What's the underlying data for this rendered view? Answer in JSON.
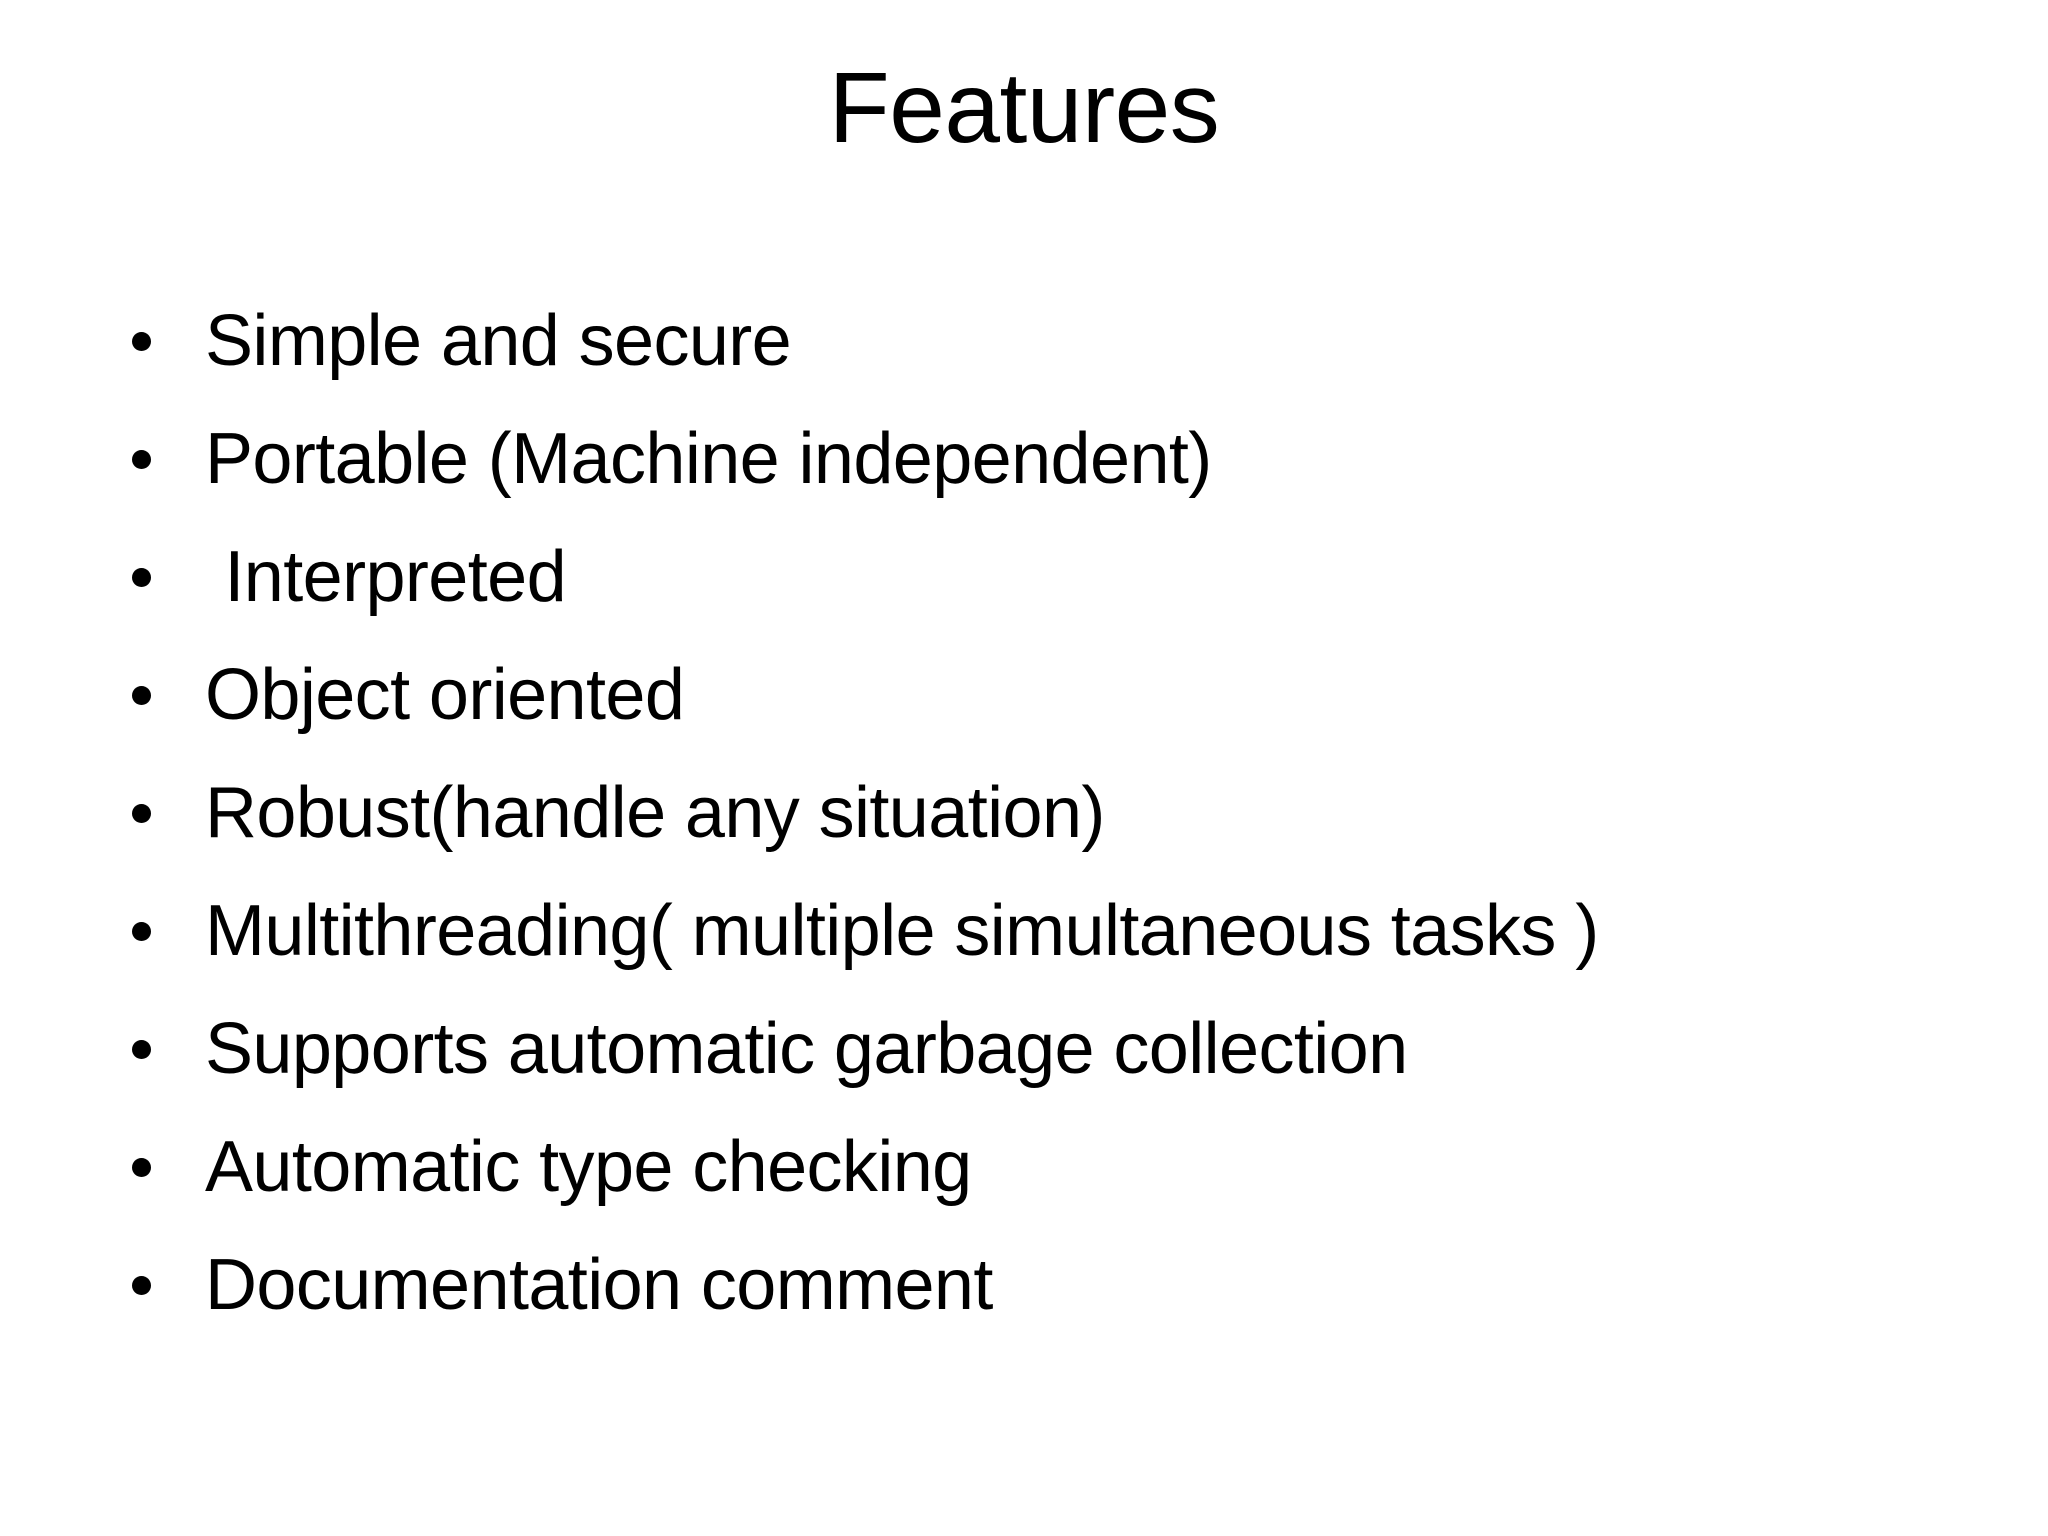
{
  "slide": {
    "title": "Features",
    "background_color": "#ffffff",
    "text_color": "#000000",
    "bullet_glyph": "•",
    "bullets": [
      {
        "text": "Simple and secure"
      },
      {
        "text": "Portable (Machine independent)"
      },
      {
        "text": " Interpreted"
      },
      {
        "text": "Object oriented"
      },
      {
        "text": "Robust(handle any situation)"
      },
      {
        "text": "Multithreading( multiple simultaneous tasks )"
      },
      {
        "text": "Supports automatic garbage collection"
      },
      {
        "text": "Automatic type checking"
      },
      {
        "text": "Documentation comment"
      }
    ]
  }
}
